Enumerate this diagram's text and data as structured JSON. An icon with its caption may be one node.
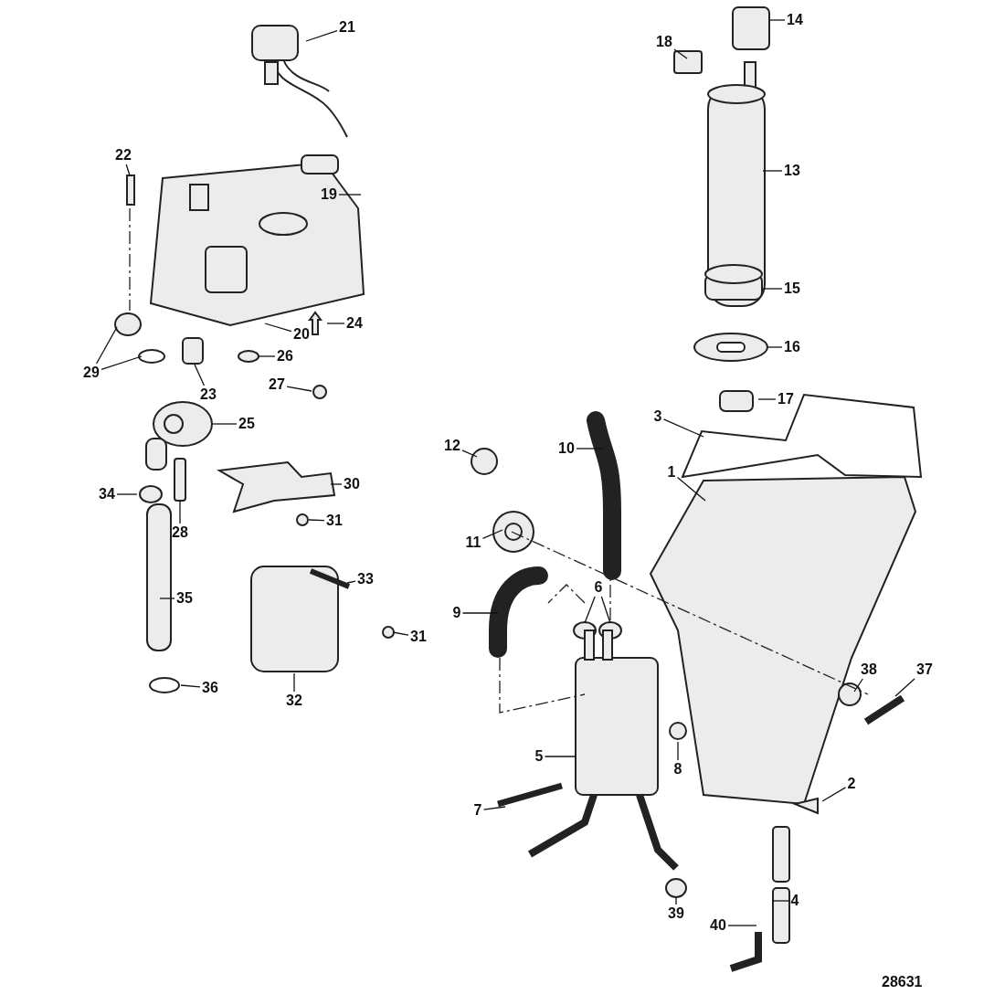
{
  "diagram": {
    "nodes": [
      {
        "text": [
          "21"
        ]
      },
      {
        "text": [
          "14"
        ]
      },
      {
        "text": [
          "18"
        ]
      },
      {
        "text": [
          "22"
        ]
      },
      {
        "text": [
          "13"
        ]
      },
      {
        "text": [
          "19"
        ]
      },
      {
        "text": [
          "15"
        ]
      },
      {
        "text": [
          "24"
        ]
      },
      {
        "text": [
          "20"
        ]
      },
      {
        "text": [
          "16"
        ]
      },
      {
        "text": [
          "26"
        ]
      },
      {
        "text": [
          "29"
        ]
      },
      {
        "text": [
          "27"
        ]
      },
      {
        "text": [
          "23"
        ]
      },
      {
        "text": [
          "17"
        ]
      },
      {
        "text": [
          "3"
        ]
      },
      {
        "text": [
          "25"
        ]
      },
      {
        "text": [
          "12"
        ]
      },
      {
        "text": [
          "10"
        ]
      },
      {
        "text": [
          "1"
        ]
      },
      {
        "text": [
          "30"
        ]
      },
      {
        "text": [
          "34"
        ]
      },
      {
        "text": [
          "31"
        ]
      },
      {
        "text": [
          "28"
        ]
      },
      {
        "text": [
          "11"
        ]
      },
      {
        "text": [
          "33"
        ]
      },
      {
        "text": [
          "6"
        ]
      },
      {
        "text": [
          "35"
        ]
      },
      {
        "text": [
          "9"
        ]
      },
      {
        "text": [
          "31"
        ]
      },
      {
        "text": [
          "38"
        ]
      },
      {
        "text": [
          "37"
        ]
      },
      {
        "text": [
          "36"
        ]
      },
      {
        "text": [
          "32"
        ]
      },
      {
        "text": [
          "5"
        ]
      },
      {
        "text": [
          "8"
        ]
      },
      {
        "text": [
          "2"
        ]
      },
      {
        "text": [
          "7"
        ]
      },
      {
        "text": [
          "4"
        ]
      },
      {
        "text": [
          "39"
        ]
      },
      {
        "text": [
          "40"
        ]
      }
    ],
    "edges": [
      {
        "from": 0,
        "to": null,
        "arrow": "none"
      },
      {
        "from": 1,
        "to": null,
        "arrow": "none"
      },
      {
        "from": 2,
        "to": null,
        "arrow": "none"
      },
      {
        "from": 3,
        "to": null,
        "arrow": "none"
      },
      {
        "from": 4,
        "to": null,
        "arrow": "none"
      },
      {
        "from": 5,
        "to": null,
        "arrow": "none"
      },
      {
        "from": 6,
        "to": null,
        "arrow": "none"
      },
      {
        "from": 7,
        "to": null,
        "arrow": "none"
      },
      {
        "from": 8,
        "to": null,
        "arrow": "none"
      },
      {
        "from": 9,
        "to": null,
        "arrow": "none"
      },
      {
        "from": 10,
        "to": null,
        "arrow": "none"
      },
      {
        "from": 11,
        "to": null,
        "arrow": "none"
      },
      {
        "from": 11,
        "to": null,
        "arrow": "none"
      },
      {
        "from": 12,
        "to": null,
        "arrow": "none"
      },
      {
        "from": 13,
        "to": null,
        "arrow": "none"
      },
      {
        "from": 14,
        "to": null,
        "arrow": "none"
      },
      {
        "from": 15,
        "to": null,
        "arrow": "none"
      },
      {
        "from": 16,
        "to": null,
        "arrow": "none"
      },
      {
        "from": 17,
        "to": null,
        "arrow": "none"
      },
      {
        "from": 18,
        "to": null,
        "arrow": "none"
      },
      {
        "from": 19,
        "to": null,
        "arrow": "none"
      },
      {
        "from": 20,
        "to": null,
        "arrow": "none"
      },
      {
        "from": 21,
        "to": null,
        "arrow": "none"
      },
      {
        "from": 22,
        "to": null,
        "arrow": "none"
      },
      {
        "from": 23,
        "to": null,
        "arrow": "none"
      },
      {
        "from": 24,
        "to": null,
        "arrow": "none"
      },
      {
        "from": 25,
        "to": null,
        "arrow": "none"
      },
      {
        "from": 26,
        "to": null,
        "arrow": "none"
      },
      {
        "from": 26,
        "to": null,
        "arrow": "none"
      },
      {
        "from": 27,
        "to": null,
        "arrow": "none"
      },
      {
        "from": 28,
        "to": null,
        "arrow": "none"
      },
      {
        "from": 29,
        "to": null,
        "arrow": "none"
      },
      {
        "from": 30,
        "to": null,
        "arrow": "none"
      },
      {
        "from": 31,
        "to": null,
        "arrow": "none"
      },
      {
        "from": 32,
        "to": null,
        "arrow": "none"
      },
      {
        "from": 33,
        "to": null,
        "arrow": "none"
      },
      {
        "from": 34,
        "to": null,
        "arrow": "none"
      },
      {
        "from": 35,
        "to": null,
        "arrow": "none"
      },
      {
        "from": 36,
        "to": null,
        "arrow": "none"
      },
      {
        "from": 37,
        "to": null,
        "arrow": "none"
      },
      {
        "from": 38,
        "to": null,
        "arrow": "none"
      },
      {
        "from": 39,
        "to": null,
        "arrow": "none"
      },
      {
        "from": 40,
        "to": null,
        "arrow": "none"
      }
    ],
    "labels": [
      "28631"
    ]
  }
}
